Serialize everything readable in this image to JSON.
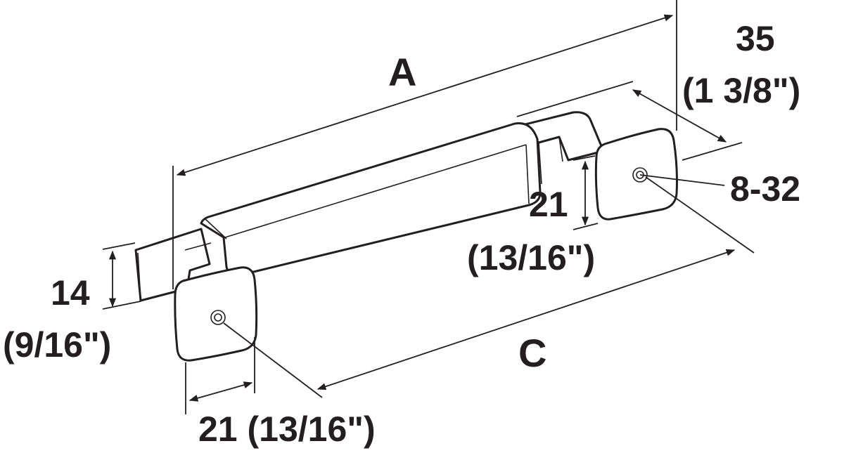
{
  "labels": {
    "overall_length": "A",
    "hole_spacing": "C",
    "projection_mm": "35",
    "projection_in": "(1 3/8\")",
    "screw_size": "8-32",
    "post_height_mm": "21",
    "post_height_in": "(13/16\")",
    "bar_height_mm": "14",
    "bar_height_in": "(9/16\")",
    "base_width": "21 (13/16\")"
  },
  "colors": {
    "line": "#231f20",
    "background": "#ffffff"
  }
}
